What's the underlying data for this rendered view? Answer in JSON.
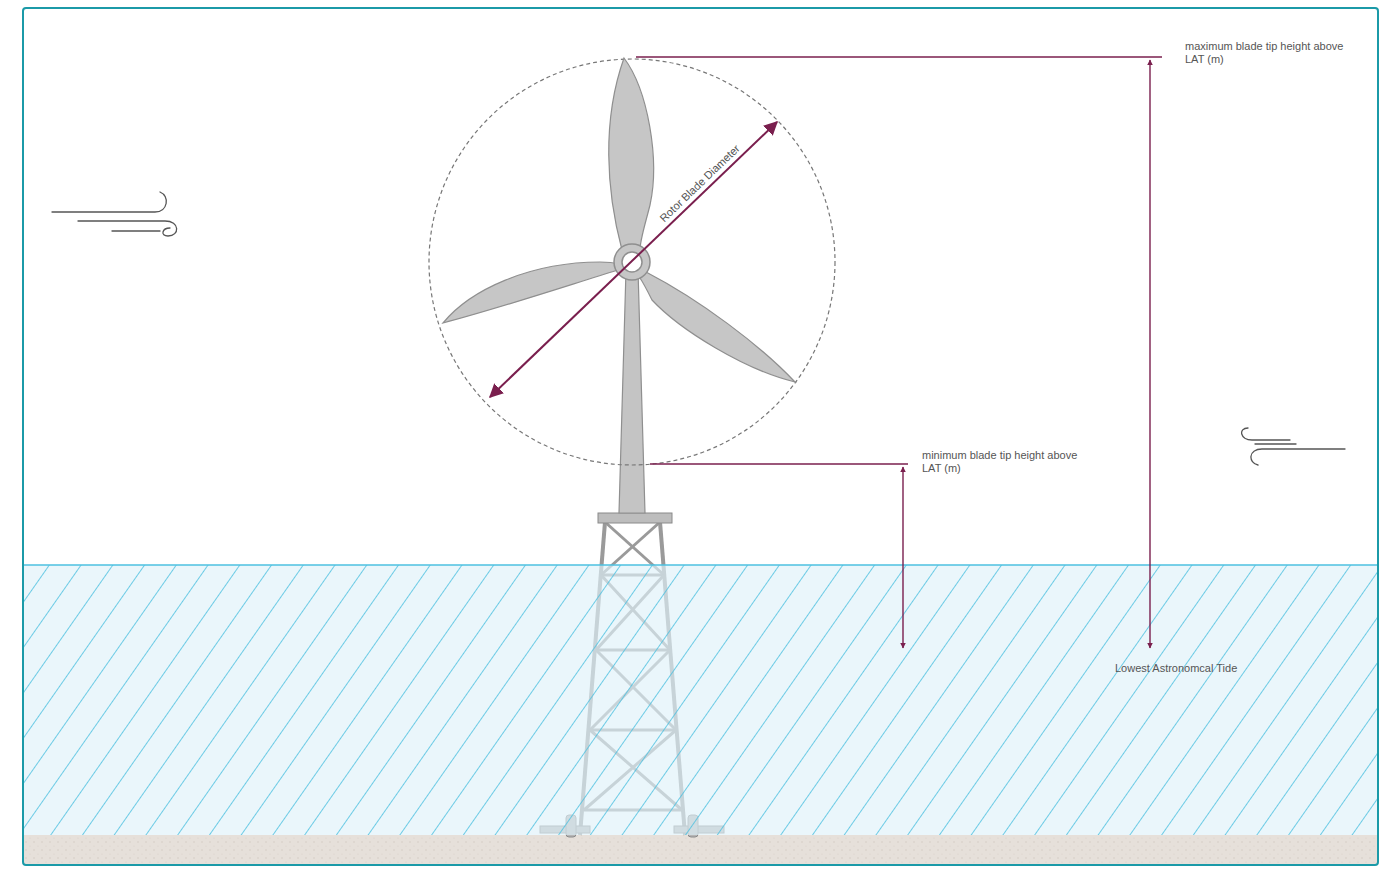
{
  "diagram": {
    "labels": [
      "maximum blade tip height above LAT (m)",
      "minimum blade tip height above LAT (m)",
      "Rotor Blade Diameter",
      "Lowest Astronomcal Tide"
    ]
  }
}
